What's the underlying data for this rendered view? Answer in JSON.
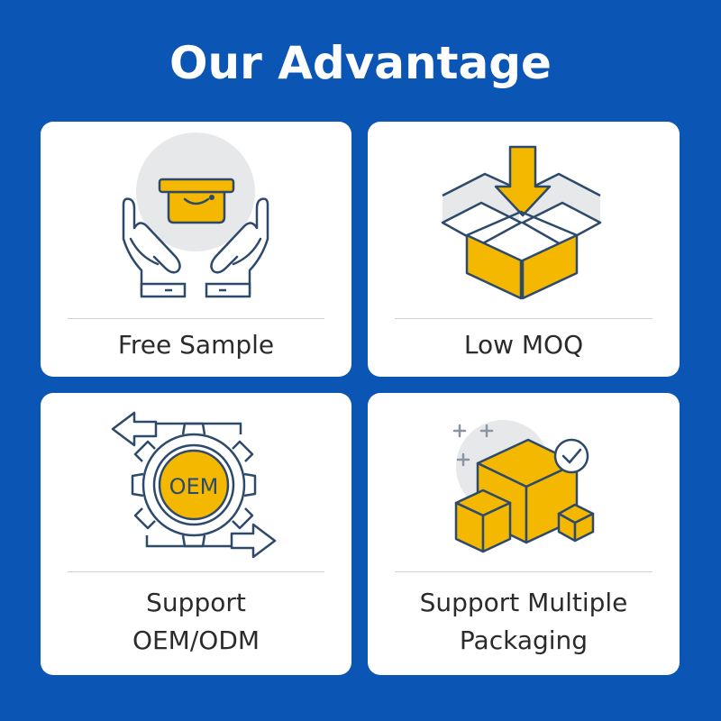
{
  "page": {
    "title": "Our Advantage",
    "colors": {
      "background": "#0b55b5",
      "card": "#ffffff",
      "accent": "#f5b800",
      "outline": "#2e4a6b",
      "circle": "#e7e8ea",
      "text": "#2b2b2b"
    }
  },
  "cards": [
    {
      "icon": "hands-holding-box-icon",
      "label_lines": [
        "Free Sample"
      ]
    },
    {
      "icon": "box-arrow-down-icon",
      "label_lines": [
        "Low MOQ"
      ]
    },
    {
      "icon": "gear-cycle-icon",
      "badge": "OEM",
      "label_lines": [
        "Support",
        "OEM/ODM"
      ]
    },
    {
      "icon": "stacked-boxes-check-icon",
      "label_lines": [
        "Support Multiple",
        "Packaging"
      ]
    }
  ]
}
